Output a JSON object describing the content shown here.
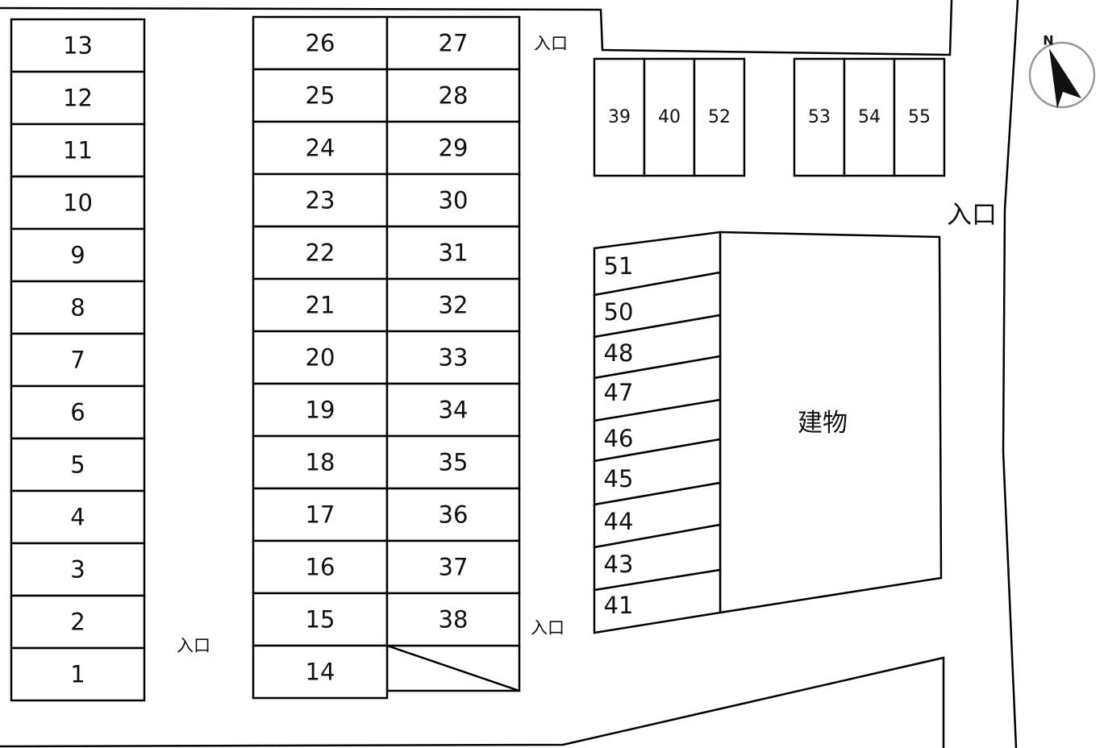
{
  "left_column": [
    "13",
    "12",
    "11",
    "10",
    "9",
    "8",
    "7",
    "6",
    "5",
    "4",
    "3",
    "2",
    "1"
  ],
  "middle_left_column": [
    "26",
    "25",
    "24",
    "23",
    "22",
    "21",
    "20",
    "19",
    "18",
    "17",
    "16",
    "15",
    "14"
  ],
  "middle_right_column": [
    "27",
    "28",
    "29",
    "30",
    "31",
    "32",
    "33",
    "34",
    "35",
    "36",
    "37",
    "38"
  ],
  "top_right_group_a": [
    "39",
    "40",
    "52"
  ],
  "top_right_group_b": [
    "53",
    "54",
    "55"
  ],
  "diagonal_column": [
    "51",
    "50",
    "48",
    "47",
    "46",
    "45",
    "44",
    "43",
    "41"
  ],
  "building_label": "建物",
  "entrances": [
    "入口",
    "入口",
    "入口",
    "入口"
  ],
  "compass_letter": "N"
}
